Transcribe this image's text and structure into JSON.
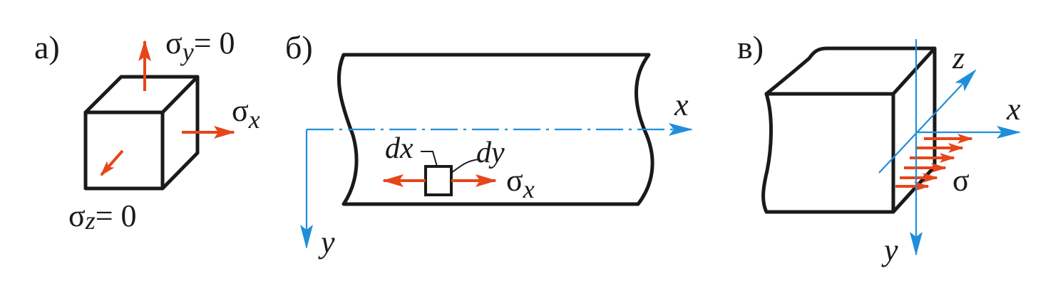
{
  "colors": {
    "outline": "#1a1a1a",
    "axis": "#1f8fd9",
    "force": "#e6461a"
  },
  "panel_a": {
    "label": "а)",
    "sigma_y": {
      "sym": "σ",
      "sub": "y",
      "eq": "= 0"
    },
    "sigma_x": {
      "sym": "σ",
      "sub": "x"
    },
    "sigma_z": {
      "sym": "σ",
      "sub": "z",
      "eq": "= 0"
    }
  },
  "panel_b": {
    "label": "б)",
    "axis_x": "x",
    "axis_y": "y",
    "dx": "dx",
    "dy": "dy",
    "sigma_x": {
      "sym": "σ",
      "sub": "x"
    }
  },
  "panel_c": {
    "label": "в)",
    "axis_z": "z",
    "axis_x": "x",
    "axis_y": "y",
    "sigma": "σ"
  }
}
